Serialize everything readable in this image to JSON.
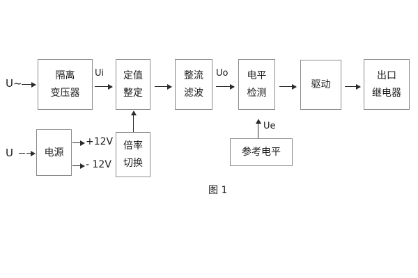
{
  "diagram": {
    "caption": "图 1",
    "blocks": [
      {
        "id": "isolation-transformer",
        "line1": "隔离",
        "line2": "变压器"
      },
      {
        "id": "setting-value",
        "line1": "定值",
        "line2": "整定"
      },
      {
        "id": "rectify-filter",
        "line1": "整流",
        "line2": "滤波"
      },
      {
        "id": "level-detection",
        "line1": "电平",
        "line2": "检测"
      },
      {
        "id": "drive",
        "line1": "驱动",
        "line2": ""
      },
      {
        "id": "output-relay",
        "line1": "出口",
        "line2": "继电器"
      },
      {
        "id": "power-supply",
        "line1": "电源",
        "line2": ""
      },
      {
        "id": "multiplier-switch",
        "line1": "倍率",
        "line2": "切换"
      },
      {
        "id": "reference-level",
        "line1": "参考电平",
        "line2": ""
      }
    ],
    "signals": {
      "input_ac": "U~",
      "input_dc": "U",
      "ui": "Ui",
      "uo": "Uo",
      "ue": "Ue",
      "rail_positive": "+12V",
      "rail_negative": "- 12V"
    }
  }
}
